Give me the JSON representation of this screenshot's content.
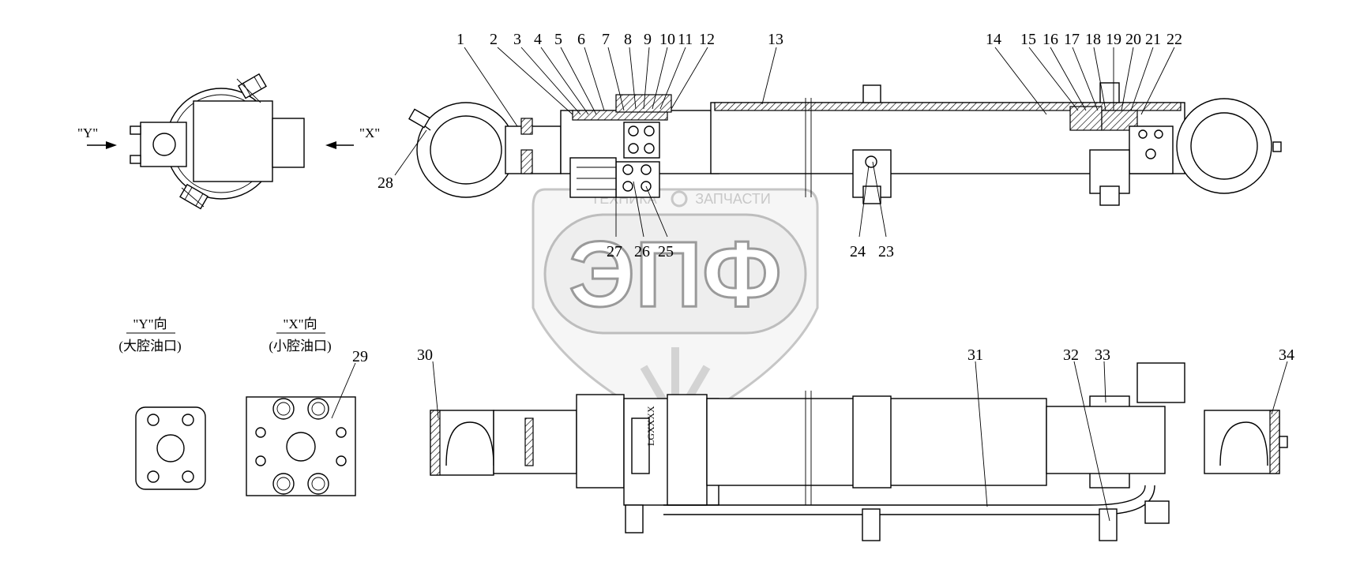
{
  "watermark": {
    "brand_left": "ТЕХНИКА",
    "brand_right": "ЗАПЧАСТИ",
    "logo_text": "ЭПФ"
  },
  "views": {
    "y_arrow": "\"Y\"",
    "x_arrow": "\"X\"",
    "y_caption_top": "\"Y\"向",
    "y_caption_bottom": "(大腔油口)",
    "x_caption_top": "\"X\"向",
    "x_caption_bottom": "(小腔油口)"
  },
  "stamp_text": "LGXXXX",
  "callouts": [
    "1",
    "2",
    "3",
    "4",
    "5",
    "6",
    "7",
    "8",
    "9",
    "10",
    "11",
    "12",
    "13",
    "14",
    "15",
    "16",
    "17",
    "18",
    "19",
    "20",
    "21",
    "22",
    "23",
    "24",
    "25",
    "26",
    "27",
    "28",
    "29",
    "30",
    "31",
    "32",
    "33",
    "34"
  ]
}
